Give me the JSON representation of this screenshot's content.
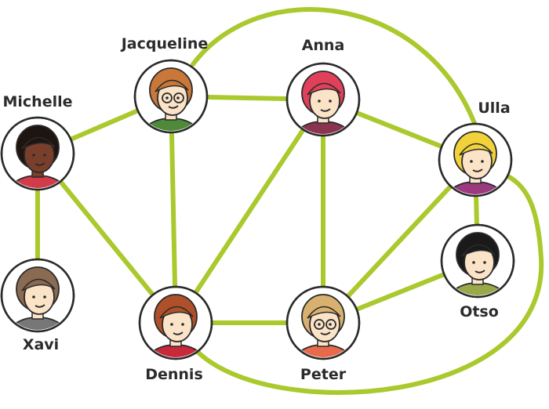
{
  "colors": {
    "edge": "#a9c92d",
    "outline": "#2b2b2b",
    "background": "#ffffff"
  },
  "people": [
    {
      "id": "jacqueline",
      "name": "Jacqueline",
      "hair": "#c9783a",
      "skin": "#fbe3c8",
      "shirt": "#4f8a3a",
      "glasses": true
    },
    {
      "id": "anna",
      "name": "Anna",
      "hair": "#e0405a",
      "skin": "#fbe3c8",
      "shirt": "#8a3450",
      "glasses": false
    },
    {
      "id": "michelle",
      "name": "Michelle",
      "hair": "#1e1410",
      "skin": "#7a3f2a",
      "shirt": "#d23b4a",
      "glasses": false
    },
    {
      "id": "ulla",
      "name": "Ulla",
      "hair": "#f2d23a",
      "skin": "#fbe3c8",
      "shirt": "#9c3a80",
      "glasses": false
    },
    {
      "id": "xavi",
      "name": "Xavi",
      "hair": "#8a6a50",
      "skin": "#fbe3c8",
      "shirt": "#777777",
      "glasses": false
    },
    {
      "id": "otso",
      "name": "Otso",
      "hair": "#1a1a1a",
      "skin": "#fbe3c8",
      "shirt": "#9aa84a",
      "glasses": false
    },
    {
      "id": "dennis",
      "name": "Dennis",
      "hair": "#b0502a",
      "skin": "#fbe3c8",
      "shirt": "#c8283a",
      "glasses": false
    },
    {
      "id": "peter",
      "name": "Peter",
      "hair": "#d8b070",
      "skin": "#fbe3c8",
      "shirt": "#e86a4a",
      "glasses": true
    }
  ],
  "connections": [
    [
      "jacqueline",
      "anna"
    ],
    [
      "jacqueline",
      "michelle"
    ],
    [
      "jacqueline",
      "dennis"
    ],
    [
      "jacqueline",
      "ulla"
    ],
    [
      "anna",
      "ulla"
    ],
    [
      "anna",
      "peter"
    ],
    [
      "anna",
      "dennis"
    ],
    [
      "michelle",
      "xavi"
    ],
    [
      "michelle",
      "dennis"
    ],
    [
      "dennis",
      "peter"
    ],
    [
      "dennis",
      "ulla"
    ],
    [
      "ulla",
      "otso"
    ],
    [
      "ulla",
      "peter"
    ],
    [
      "otso",
      "peter"
    ]
  ]
}
